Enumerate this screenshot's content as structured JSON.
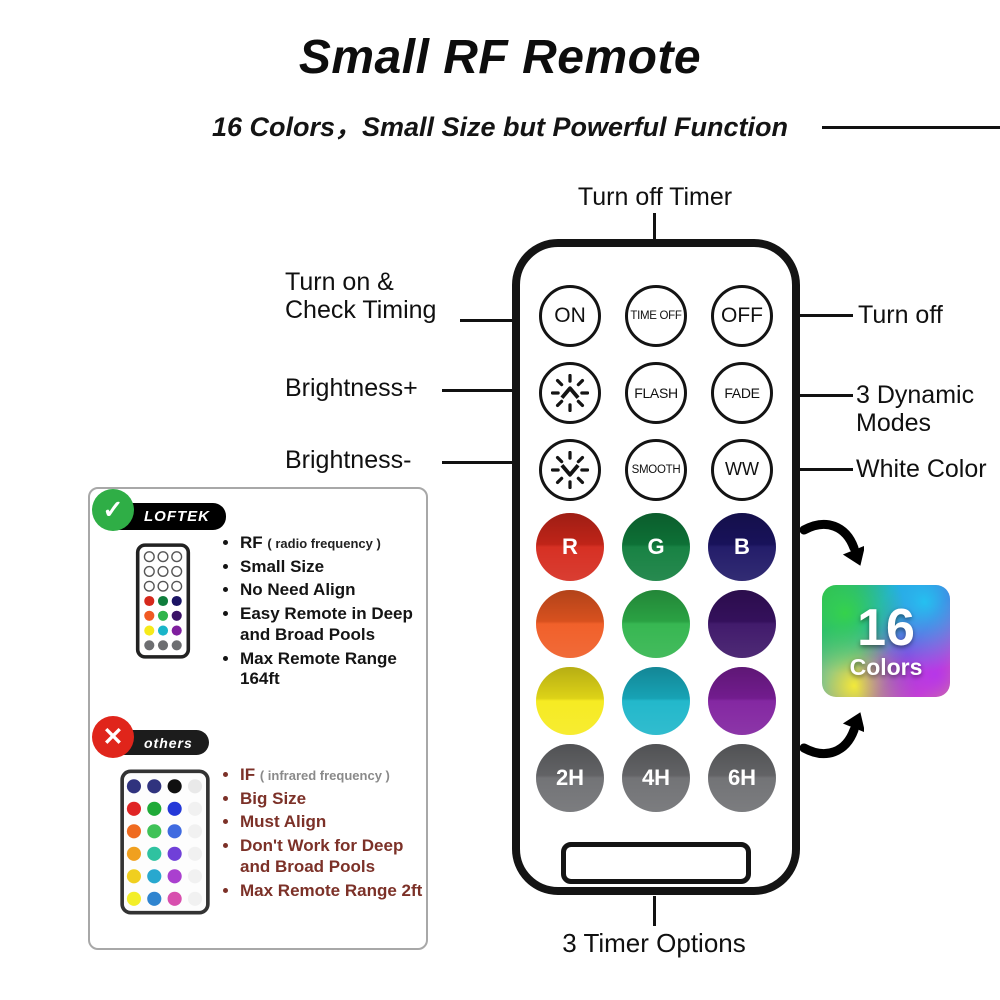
{
  "header": {
    "title": "Small RF Remote",
    "subtitle": "16 Colors，Small Size but Powerful Function"
  },
  "callouts": {
    "turn_off_timer": "Turn off Timer",
    "turn_on_check_timing": "Turn on & Check Timing",
    "brightness_plus": "Brightness+",
    "brightness_minus": "Brightness-",
    "turn_off": "Turn off",
    "dynamic_modes": "3 Dynamic Modes",
    "white_color": "White Color",
    "timer_options": "3 Timer Options"
  },
  "remote": {
    "on": "ON",
    "time_off": "TIME OFF",
    "off": "OFF",
    "flash": "FLASH",
    "fade": "FADE",
    "smooth": "SMOOTH",
    "ww": "WW",
    "r": "R",
    "g": "G",
    "b": "B",
    "timer_2h": "2H",
    "timer_4h": "4H",
    "timer_6h": "6H",
    "button_colors": {
      "red": "#d5281b",
      "green": "#0f7d3c",
      "navy": "#1b1464",
      "orange": "#f05a22",
      "light_green": "#2fb44b",
      "dark_purple": "#3a1266",
      "yellow": "#f6ea1a",
      "cyan": "#1ab5c9",
      "purple": "#7f1f9e",
      "gray": "#6d6e71"
    }
  },
  "badge": {
    "number": "16",
    "label": "Colors"
  },
  "icons": {
    "check": "✓",
    "cross": "✕"
  },
  "comparison": {
    "good": {
      "brand": "LOFTEK",
      "items": [
        {
          "head": "RF",
          "tail": "( radio frequency )"
        },
        {
          "head": "Small Size"
        },
        {
          "head": "No Need Align"
        },
        {
          "head": "Easy Remote in Deep and Broad Pools"
        },
        {
          "head": "Max Remote Range 164ft"
        }
      ]
    },
    "bad": {
      "brand": "others",
      "items": [
        {
          "head": "IF",
          "tail": "( infrared frequency )"
        },
        {
          "head": "Big Size"
        },
        {
          "head": "Must Align"
        },
        {
          "head": "Don't Work for Deep and Broad Pools"
        },
        {
          "head": "Max Remote Range 2ft"
        }
      ]
    }
  }
}
